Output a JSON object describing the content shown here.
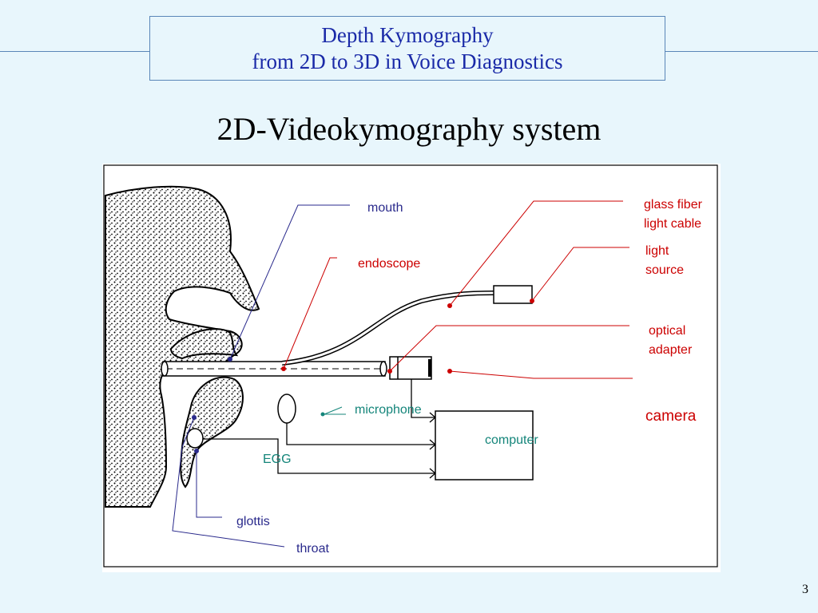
{
  "header": {
    "title_line1": "Depth Kymography",
    "title_line2": "from 2D to 3D in Voice Diagnostics"
  },
  "slide": {
    "subtitle": "2D-Videokymography system",
    "page_number": "3"
  },
  "diagram": {
    "labels": {
      "mouth": "mouth",
      "endoscope": "endoscope",
      "microphone": "microphone",
      "egg": "EGG",
      "computer": "computer",
      "glottis": "glottis",
      "throat": "throat",
      "glass_fiber_1": "glass fiber",
      "glass_fiber_2": "light cable",
      "light_source_1": "light",
      "light_source_2": "source",
      "optical_adapter_1": "optical",
      "optical_adapter_2": "adapter",
      "camera": "camera"
    },
    "colors": {
      "title": "#1a2aa8",
      "anatomy_callouts": "#2a2a8c",
      "hardware_callouts": "#cc0000",
      "signal_callouts": "#14857a"
    }
  }
}
